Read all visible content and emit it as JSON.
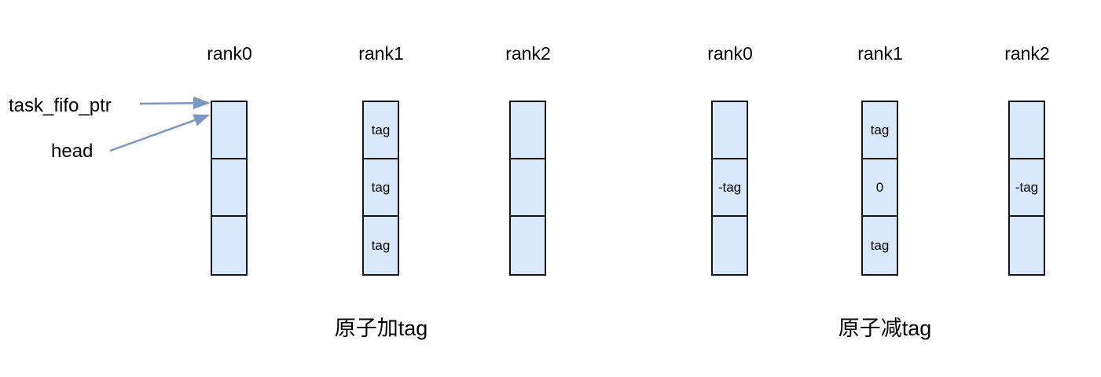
{
  "diagram": {
    "pointer_labels": {
      "task_fifo_ptr": "task_fifo_ptr",
      "head": "head"
    },
    "groups": [
      {
        "caption": "原子加tag",
        "columns": [
          {
            "rank": "rank0",
            "cells": [
              "",
              "",
              ""
            ]
          },
          {
            "rank": "rank1",
            "cells": [
              "tag",
              "tag",
              "tag"
            ]
          },
          {
            "rank": "rank2",
            "cells": [
              "",
              "",
              ""
            ]
          }
        ]
      },
      {
        "caption": "原子减tag",
        "columns": [
          {
            "rank": "rank0",
            "cells": [
              "",
              "-tag",
              ""
            ]
          },
          {
            "rank": "rank1",
            "cells": [
              "tag",
              "0",
              "tag"
            ]
          },
          {
            "rank": "rank2",
            "cells": [
              "",
              "-tag",
              ""
            ]
          }
        ]
      }
    ],
    "colors": {
      "cell_fill": "#dae8fc",
      "cell_border": "#141414",
      "arrow": "#7c95c7",
      "text": "#000000",
      "background": "#ffffff"
    }
  }
}
